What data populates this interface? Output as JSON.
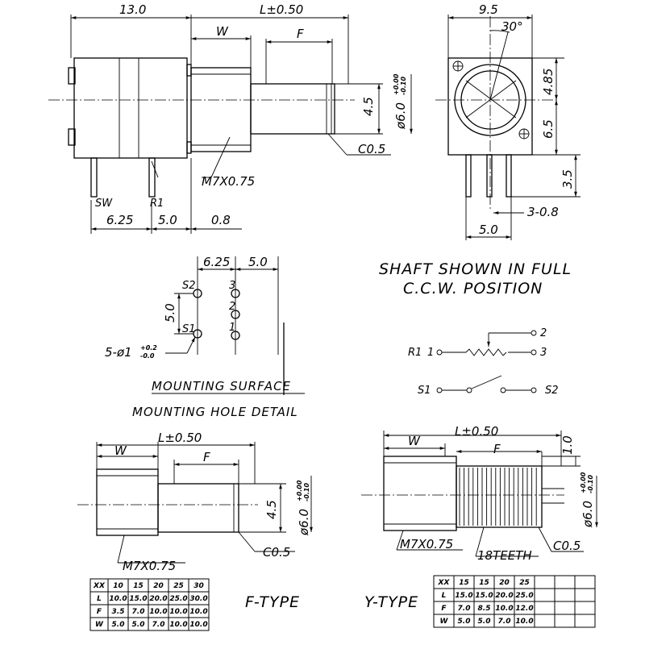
{
  "top_left_view": {
    "dims": {
      "body_length": "13.0",
      "shaft_length": "L±0.50",
      "w": "W",
      "f": "F",
      "flat": "4.5",
      "shaft_dia": "ø6.0",
      "tol_upper": "+0.00",
      "tol_lower": "-0.10",
      "chamfer": "C0.5",
      "thread": "M7X0.75",
      "pin_sw_pitch": "6.25",
      "pin_r1_pitch": "5.0",
      "bushing_offset": "0.8"
    },
    "pin_labels": {
      "sw": "SW",
      "r1": "R1"
    }
  },
  "top_right_view": {
    "dims": {
      "width": "9.5",
      "angle": "30°",
      "height_upper": "4.85",
      "height_lower": "6.5",
      "pin_length": "3.5",
      "pin_offset": "3-0.8",
      "pin_pitch": "5.0"
    }
  },
  "mounting_hole_detail": {
    "dims": {
      "pitch_a": "6.25",
      "pitch_b": "5.0",
      "vertical": "5.0"
    },
    "hole_spec": "5-ø1",
    "hole_tol_upper": "+0.2",
    "hole_tol_lower": "-0.0",
    "pin_labels": [
      "S2",
      "S1",
      "3",
      "2",
      "1"
    ],
    "surface_label": "MOUNTING SURFACE",
    "title": "MOUNTING HOLE DETAIL"
  },
  "shaft_note": {
    "line1": "SHAFT SHOWN IN FULL",
    "line2": "C.C.W. POSITION"
  },
  "schematic": {
    "r1": "R1",
    "s1": "S1",
    "s2": "S2",
    "terminals": [
      "1",
      "2",
      "3"
    ]
  },
  "f_type": {
    "dims": {
      "shaft_length": "L±0.50",
      "w": "W",
      "f": "F",
      "flat": "4.5",
      "shaft_dia": "ø6.0",
      "tol_upper": "+0.00",
      "tol_lower": "-0.10",
      "thread": "M7X0.75",
      "chamfer": "C0.5"
    },
    "label": "F-TYPE",
    "table": {
      "header": [
        "XX",
        "10",
        "15",
        "20",
        "25",
        "30"
      ],
      "rows": [
        [
          "L",
          "10.0",
          "15.0",
          "20.0",
          "25.0",
          "30.0"
        ],
        [
          "F",
          "3.5",
          "7.0",
          "10.0",
          "10.0",
          "10.0"
        ],
        [
          "W",
          "5.0",
          "5.0",
          "7.0",
          "10.0",
          "10.0"
        ]
      ]
    }
  },
  "y_type": {
    "dims": {
      "shaft_length": "L±0.50",
      "w": "W",
      "f": "F",
      "top": "1.0",
      "shaft_dia": "ø6.0",
      "tol_upper": "+0.00",
      "tol_lower": "-0.10",
      "thread": "M7X0.75",
      "teeth": "18TEETH",
      "chamfer": "C0.5"
    },
    "label": "Y-TYPE",
    "table": {
      "header": [
        "XX",
        "15",
        "15",
        "20",
        "25",
        "",
        "",
        ""
      ],
      "rows": [
        [
          "L",
          "15.0",
          "15.0",
          "20.0",
          "25.0",
          "",
          "",
          ""
        ],
        [
          "F",
          "7.0",
          "8.5",
          "10.0",
          "12.0",
          "",
          "",
          ""
        ],
        [
          "W",
          "5.0",
          "5.0",
          "7.0",
          "10.0",
          "",
          "",
          ""
        ]
      ]
    }
  }
}
